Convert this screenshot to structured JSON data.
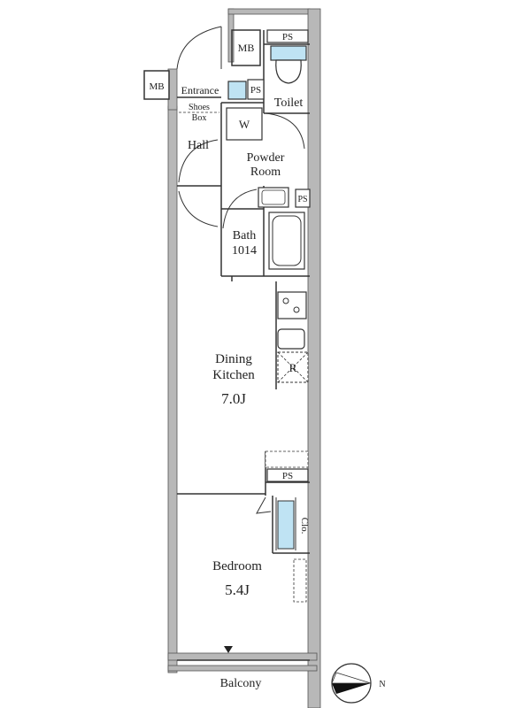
{
  "plan": {
    "rooms": {
      "mb_top": "MB",
      "mb_left": "MB",
      "ps_top": "PS",
      "ps_entrance": "PS",
      "ps_bath": "PS",
      "ps_kitchen": "PS",
      "entrance": "Entrance",
      "shoes_box_line1": "Shoes",
      "shoes_box_line2": "Box",
      "hall": "Hall",
      "washer": "W",
      "toilet": "Toilet",
      "powder_room_line1": "Powder",
      "powder_room_line2": "Room",
      "bath_line1": "Bath",
      "bath_line2": "1014",
      "refrigerator": "R",
      "dining_kitchen_line1": "Dining",
      "dining_kitchen_line2": "Kitchen",
      "dining_kitchen_size": "7.0J",
      "closet": "Clo.",
      "bedroom": "Bedroom",
      "bedroom_size": "5.4J",
      "balcony": "Balcony"
    },
    "compass": {
      "label": "N"
    },
    "colors": {
      "wall": "#b3b3b3",
      "line": "#333333",
      "fixture_blue": "#bfe3f3"
    }
  }
}
